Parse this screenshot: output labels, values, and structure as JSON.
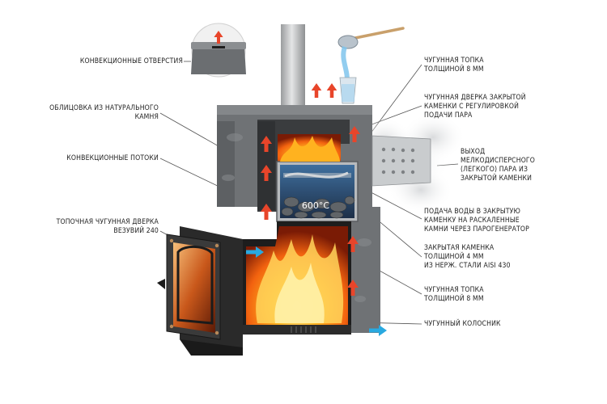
{
  "labels": {
    "convection_holes": "КОНВЕКЦИОННЫЕ ОТВЕРСТИЯ",
    "stone_cladding": "ОБЛИЦОВКА ИЗ НАТУРАЛЬНОГО\nКАМНЯ",
    "convection_flows": "КОНВЕКЦИОННЫЕ ПОТОКИ",
    "firebox_door": "ТОПОЧНАЯ ЧУГУННАЯ ДВЕРКА\nВЕЗУВИЙ 240",
    "cast_iron_firebox_top": "ЧУГУННАЯ ТОПКА\nТОЛЩИНОЙ 8 ММ",
    "closed_heater_door": "ЧУГУННАЯ ДВЕРКА ЗАКРЫТОЙ\nКАМЕНКИ С РЕГУЛИРОВКОЙ\nПОДАЧИ ПАРА",
    "steam_outlet": "ВЫХОД\nМЕЛКОДИСПЕРСНОГО\n(ЛЕГКОГО) ПАРА ИЗ\nЗАКРЫТОЙ КАМЕНКИ",
    "water_supply": "ПОДАЧА ВОДЫ В ЗАКРЫТУЮ\nКАМЕНКУ НА РАСКАЛЕННЫЕ\nКАМНИ ЧЕРЕЗ ПАРОГЕНЕРАТОР",
    "closed_heater": "ЗАКРЫТАЯ КАМЕНКА\nТОЛЩИНОЙ 4 ММ\nИЗ НЕРЖ. СТАЛИ AISI 430",
    "cast_iron_firebox_bottom": "ЧУГУННАЯ ТОПКА\nТОЛЩИНОЙ 8 ММ",
    "grate": "ЧУГУННЫЙ КОЛОСНИК"
  },
  "temperature": "600°С",
  "colors": {
    "hot_arrow": "#e8452a",
    "cold_arrow": "#29a9e0",
    "stone": "#6f7275",
    "stone_dark": "#4a4d50",
    "steel": "#c9ccce",
    "leader": "#555555"
  }
}
